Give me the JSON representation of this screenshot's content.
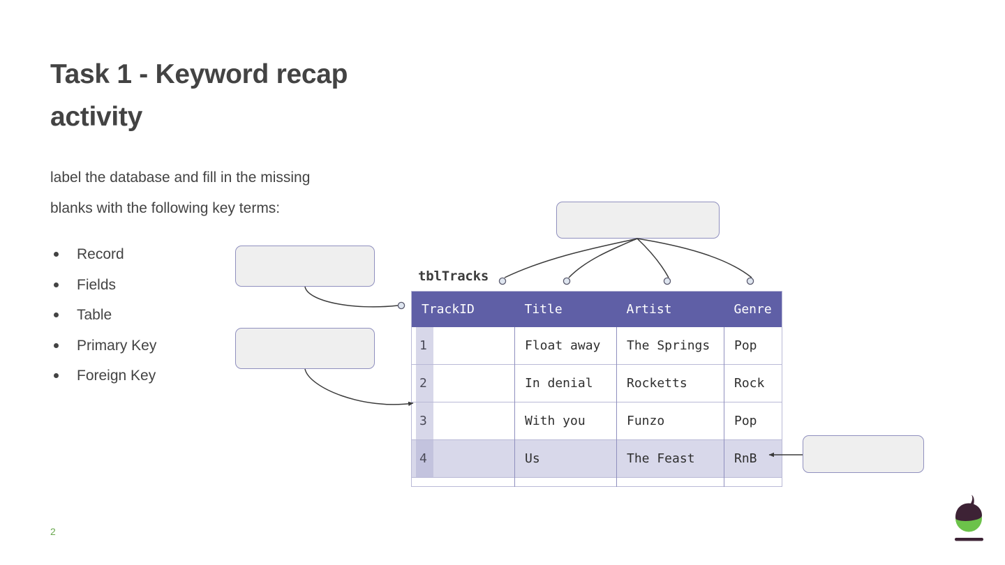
{
  "slide": {
    "title": "Task 1 - Keyword recap\nactivity",
    "lead_paragraph": "label the database and fill in the missing\nblanks with the following key terms:",
    "page_number": "2",
    "background_color": "#ffffff",
    "text_color": "#434343",
    "accent_color": "#5f5fa6",
    "page_number_color": "#6aa84f"
  },
  "key_terms": [
    {
      "label": "Record"
    },
    {
      "label": "Fields"
    },
    {
      "label": "Table"
    },
    {
      "label": "Primary Key"
    },
    {
      "label": "Foreign Key"
    }
  ],
  "answer_boxes": [
    {
      "id": "fields-box",
      "value": "",
      "fill": "#efefef",
      "border": "#8f8fbe"
    },
    {
      "id": "records-box",
      "value": "",
      "fill": "#efefef",
      "border": "#8f8fbe"
    },
    {
      "id": "top-box",
      "value": "",
      "fill": "#efefef",
      "border": "#8f8fbe"
    },
    {
      "id": "right-box",
      "value": "",
      "fill": "#efefef",
      "border": "#8f8fbe"
    }
  ],
  "database": {
    "table_label": "tblTracks",
    "header_bg": "#5f5fa6",
    "header_text_color": "#ffffff",
    "grid_color": "#8f8fbe",
    "highlight_color": "#d8d8ea",
    "columns": [
      "TrackID",
      "Title",
      "Artist",
      "Genre"
    ],
    "rows": [
      {
        "TrackID": "1",
        "Title": "Float away",
        "Artist": "The Springs",
        "Genre": "Pop",
        "highlighted": false
      },
      {
        "TrackID": "2",
        "Title": "In denial",
        "Artist": "Rocketts",
        "Genre": "Rock",
        "highlighted": false
      },
      {
        "TrackID": "3",
        "Title": "With you",
        "Artist": "Funzo",
        "Genre": "Pop",
        "highlighted": false
      },
      {
        "TrackID": "4",
        "Title": "Us",
        "Artist": "The Feast",
        "Genre": "RnB",
        "highlighted": true
      }
    ]
  },
  "logo": {
    "name": "acorn-logo",
    "cap_color": "#3d2235",
    "body_color": "#6cc24a",
    "bar_color": "#3d2235"
  }
}
